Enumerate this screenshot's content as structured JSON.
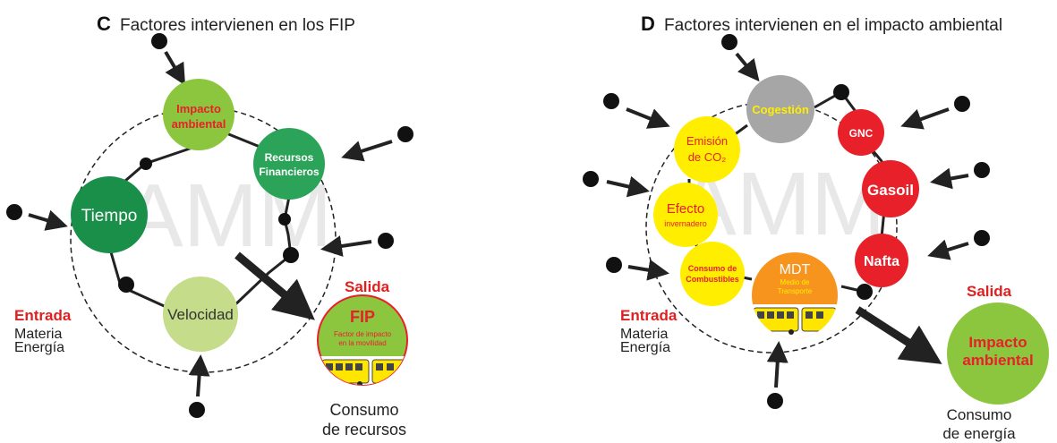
{
  "panel_c": {
    "letter": "C",
    "title": "Factores intervienen en los FIP",
    "watermark": "AMM",
    "nodes": {
      "impacto_line1": "Impacto",
      "impacto_line2": "ambiental",
      "recursos_line1": "Recursos",
      "recursos_line2": "Financieros",
      "tiempo": "Tiempo",
      "velocidad": "Velocidad"
    },
    "output_label": "Salida",
    "fip_title": "FIP",
    "fip_sub_line1": "Factor de impacto",
    "fip_sub_line2": "en la movilidad",
    "entrada": "Entrada",
    "materia": "Materia",
    "energia": "Energía",
    "consumo_line1": "Consumo",
    "consumo_line2": "de recursos"
  },
  "panel_d": {
    "letter": "D",
    "title": "Factores intervienen en el impacto ambiental",
    "watermark": "AMM",
    "nodes": {
      "cogestion": "Cogestión",
      "gnc": "GNC",
      "gasoil": "Gasoil",
      "nafta": "Nafta",
      "emision_line1": "Emisión",
      "emision_line2": "de CO₂",
      "efecto_line1": "Efecto",
      "efecto_line2": "invernadero",
      "consumo_comb_line1": "Consumo de",
      "consumo_comb_line2": "Combustibles",
      "mdt_title": "MDT",
      "mdt_sub_line1": "Medio de",
      "mdt_sub_line2": "Transporte"
    },
    "output_label": "Salida",
    "impacto_line1": "Impacto",
    "impacto_line2": "ambiental",
    "entrada": "Entrada",
    "materia": "Materia",
    "energia": "Energía",
    "consumo_line1": "Consumo",
    "consumo_line2": "de energía"
  },
  "colors": {
    "light_green": "#8cc63f",
    "dark_green": "#1a8f4a",
    "mid_green": "#2ba45a",
    "pale_green": "#c5dc8a",
    "yellow": "#ffee00",
    "red": "#e8202a",
    "gray": "#a6a6a6",
    "orange": "#f7941d",
    "label_red": "#e02020"
  },
  "icons": [
    "bus-icon",
    "black-dot-icon",
    "arrow-icon"
  ]
}
